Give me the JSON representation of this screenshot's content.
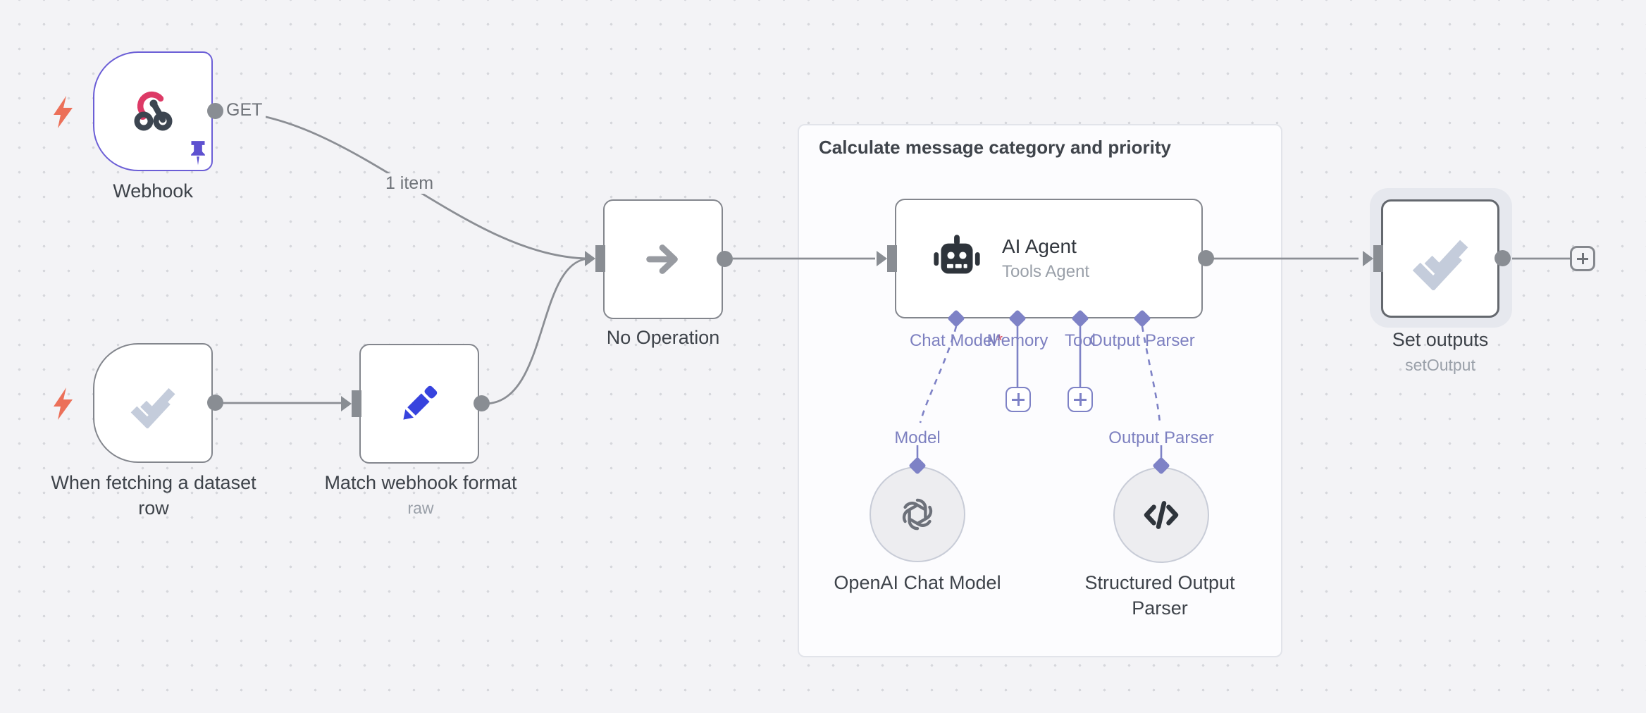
{
  "group": {
    "title": "Calculate message category and priority"
  },
  "nodes": {
    "webhook": {
      "label": "Webhook",
      "output_label": "GET"
    },
    "dataset_trigger": {
      "label": "When fetching a dataset row"
    },
    "match_format": {
      "label": "Match webhook format",
      "sublabel": "raw"
    },
    "no_operation": {
      "label": "No Operation"
    },
    "ai_agent": {
      "title": "AI Agent",
      "subtitle": "Tools Agent",
      "ports": [
        {
          "label": "Chat Model",
          "required": "*"
        },
        {
          "label": "Memory"
        },
        {
          "label": "Tool"
        },
        {
          "label": "Output Parser"
        }
      ]
    },
    "openai_model": {
      "port_label": "Model",
      "label": "OpenAI Chat Model"
    },
    "structured_parser": {
      "port_label": "Output Parser",
      "label": "Structured Output Parser"
    },
    "set_outputs": {
      "label": "Set outputs",
      "sublabel": "setOutput"
    }
  },
  "connections": {
    "webhook_to_noop_items": "1 item"
  },
  "icons": {
    "webhook": "webhook-icon",
    "trigger": "lightning-bolt-icon",
    "pinned": "pushpin-icon",
    "dataset_trigger": "double-check-icon",
    "match_format": "pencil-icon",
    "no_operation": "arrow-right-icon",
    "ai_agent": "robot-icon",
    "openai_model": "openai-logo-icon",
    "structured_parser": "code-brackets-icon",
    "set_outputs": "double-check-icon",
    "add": "plus-icon"
  },
  "colors": {
    "canvas_bg": "#f3f3f6",
    "node_border": "#83868d",
    "selected_node_border": "#6b5ed6",
    "trigger_bolt": "#ec7059",
    "wire_gray": "#8b8e94",
    "ai_port_purple": "#7e82c6",
    "port_label_purple": "#7d80c0",
    "webhook_pink": "#dd3a66",
    "webhook_dark": "#3c4550",
    "pencil_blue": "#3743de",
    "check_icon": "#c4ccdb",
    "pin_purple": "#5e51d0",
    "group_bg": "#fcfcfe"
  }
}
